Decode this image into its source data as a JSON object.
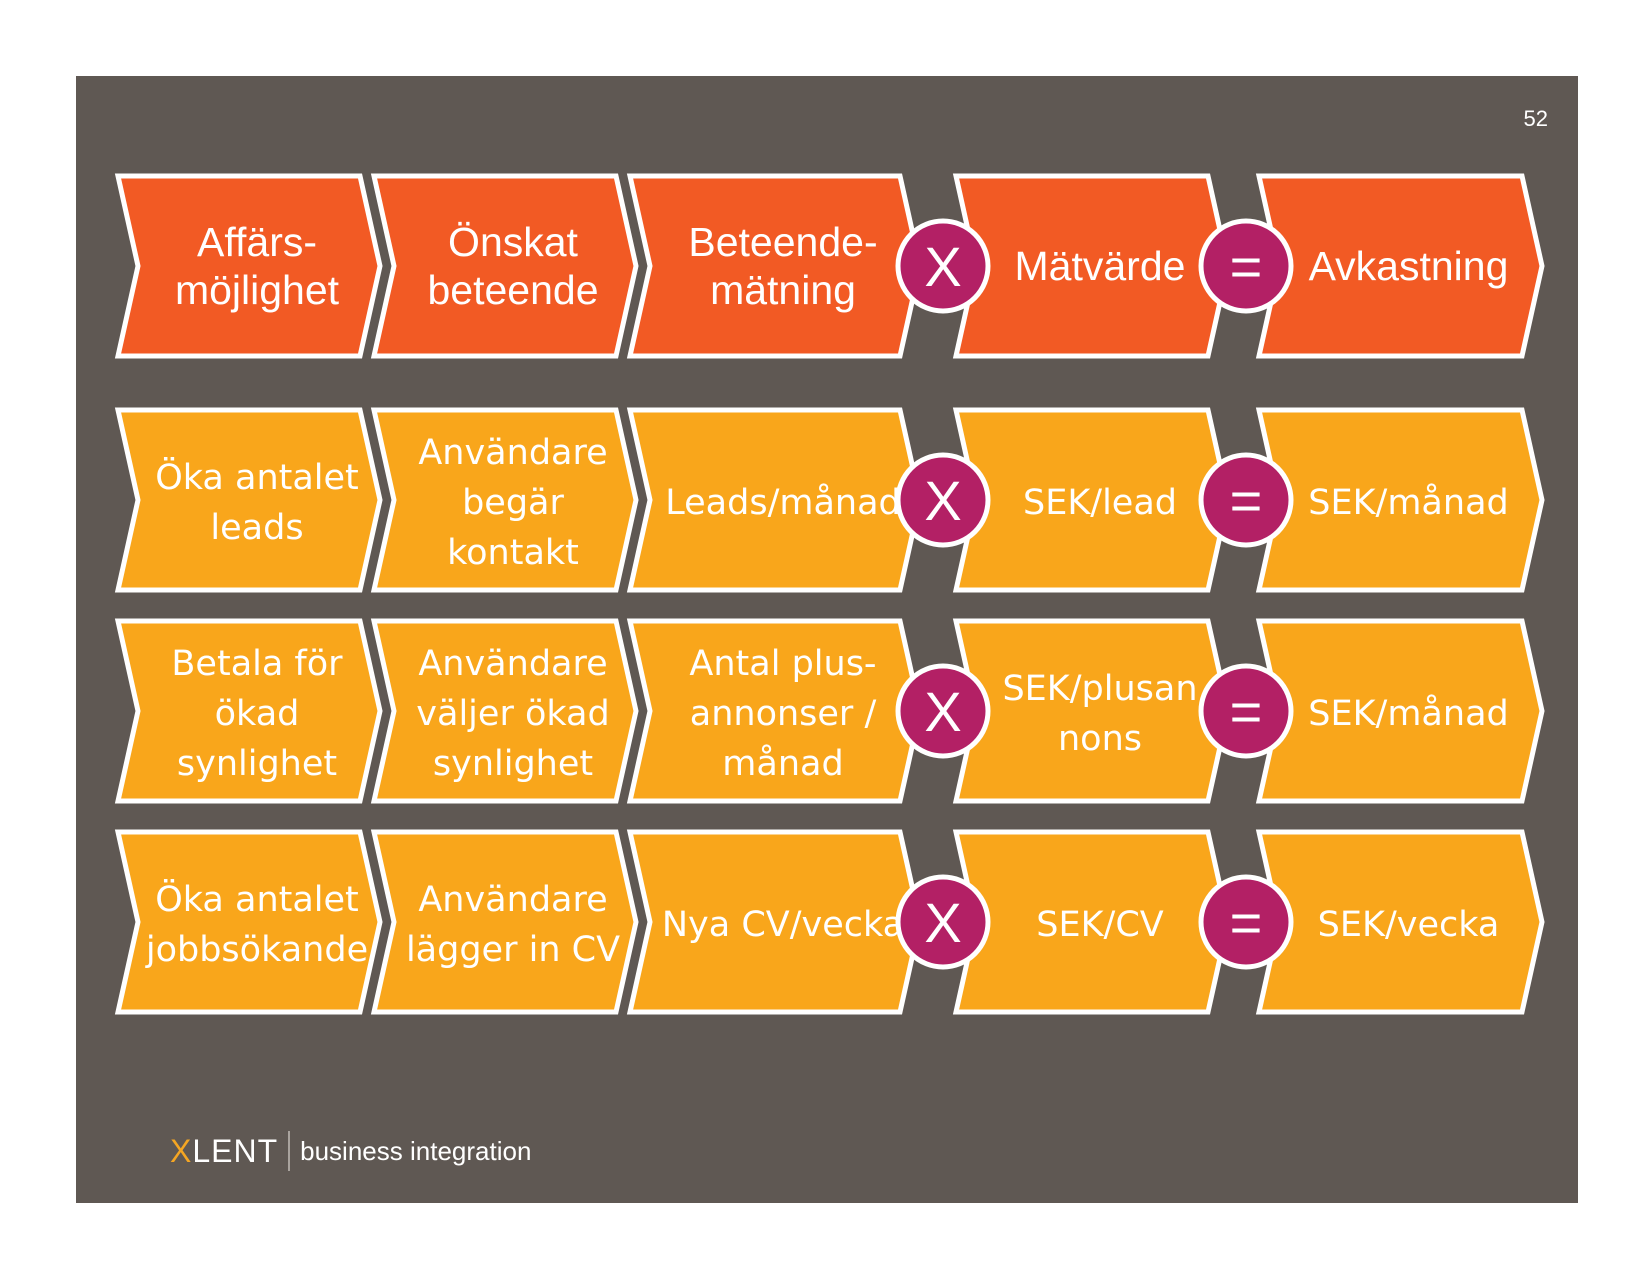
{
  "page_number": "52",
  "colors": {
    "background": "#5f5853",
    "header_fill": "#f25a24",
    "row_fill": "#f9a61b",
    "operator_fill": "#b32065",
    "border": "#ffffff"
  },
  "header": [
    [
      "Affärs-",
      "möjlighet"
    ],
    [
      "Önskat",
      "beteende"
    ],
    [
      "Beteende-",
      "mätning"
    ],
    [
      "Mätvärde"
    ],
    [
      "Avkastning"
    ]
  ],
  "rows": [
    [
      [
        "Öka antalet",
        "leads"
      ],
      [
        "Användare",
        "begär",
        "kontakt"
      ],
      [
        "Leads/månad"
      ],
      [
        "SEK/lead"
      ],
      [
        "SEK/månad"
      ]
    ],
    [
      [
        "Betala för",
        "ökad",
        "synlighet"
      ],
      [
        "Användare",
        "väljer ökad",
        "synlighet"
      ],
      [
        "Antal plus-",
        "annonser /",
        "månad"
      ],
      [
        "SEK/plusan",
        "nons"
      ],
      [
        "SEK/månad"
      ]
    ],
    [
      [
        "Öka antalet",
        "jobbsökande"
      ],
      [
        "Användare",
        "lägger in CV"
      ],
      [
        "Nya CV/vecka"
      ],
      [
        "SEK/CV"
      ],
      [
        "SEK/vecka"
      ]
    ]
  ],
  "operators": {
    "multiply": "X",
    "equals": "="
  },
  "footer": {
    "brand_x": "X",
    "brand_rest": "LENT",
    "tagline": "business integration"
  }
}
